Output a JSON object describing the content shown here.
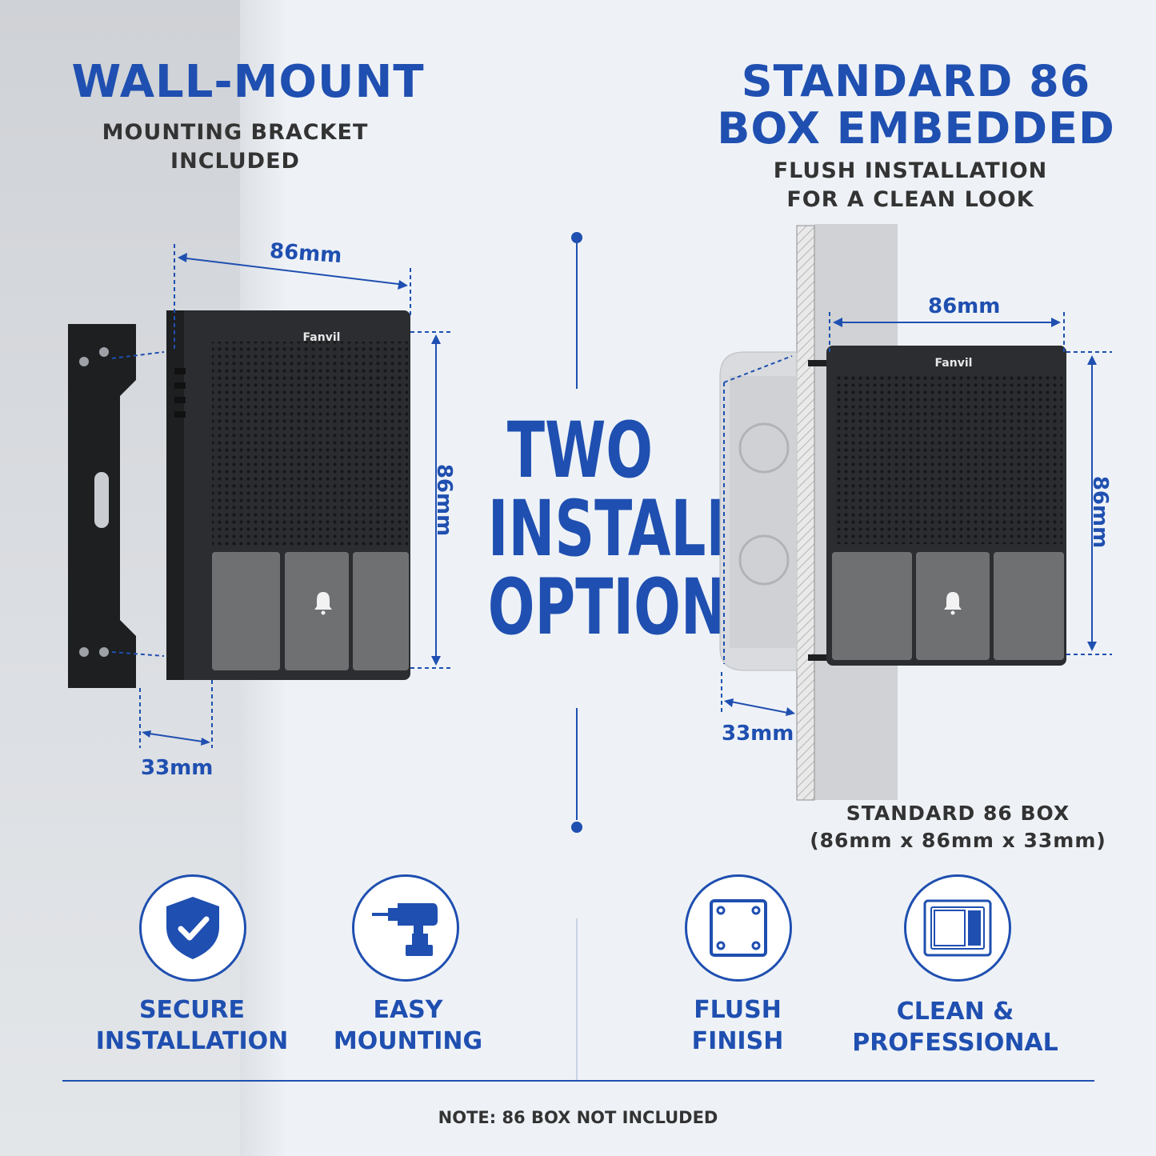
{
  "left": {
    "title": "WALL-MOUNT",
    "subtitle_line1": "MOUNTING BRACKET",
    "subtitle_line2": "INCLUDED",
    "dim_width": "86mm",
    "dim_height": "86mm",
    "dim_depth": "33mm",
    "brand": "Fanvil"
  },
  "right": {
    "title_line1": "STANDARD 86",
    "title_line2": "BOX EMBEDDED",
    "subtitle_line1": "FLUSH INSTALLATION",
    "subtitle_line2": "FOR A CLEAN LOOK",
    "dim_width": "86mm",
    "dim_height": "86mm",
    "dim_depth": "33mm",
    "brand": "Fanvil",
    "box_label_line1": "STANDARD 86 BOX",
    "box_label_line2": "(86mm x 86mm x 33mm)"
  },
  "center": {
    "line1": "TWO",
    "line2": "INSTALL",
    "line3": "OPTIONS"
  },
  "features": [
    {
      "icon": "shield-check-icon",
      "line1": "SECURE",
      "line2": "INSTALLATION"
    },
    {
      "icon": "drill-icon",
      "line1": "EASY",
      "line2": "MOUNTING"
    },
    {
      "icon": "flush-plate-icon",
      "line1": "FLUSH",
      "line2": "FINISH"
    },
    {
      "icon": "clean-frame-icon",
      "line1": "CLEAN &",
      "line2": "PROFESSIONAL"
    }
  ],
  "note": "NOTE: 86 BOX NOT INCLUDED",
  "colors": {
    "accent": "#1f4fb0",
    "device": "#2b2d30",
    "button": "#6e7072"
  }
}
